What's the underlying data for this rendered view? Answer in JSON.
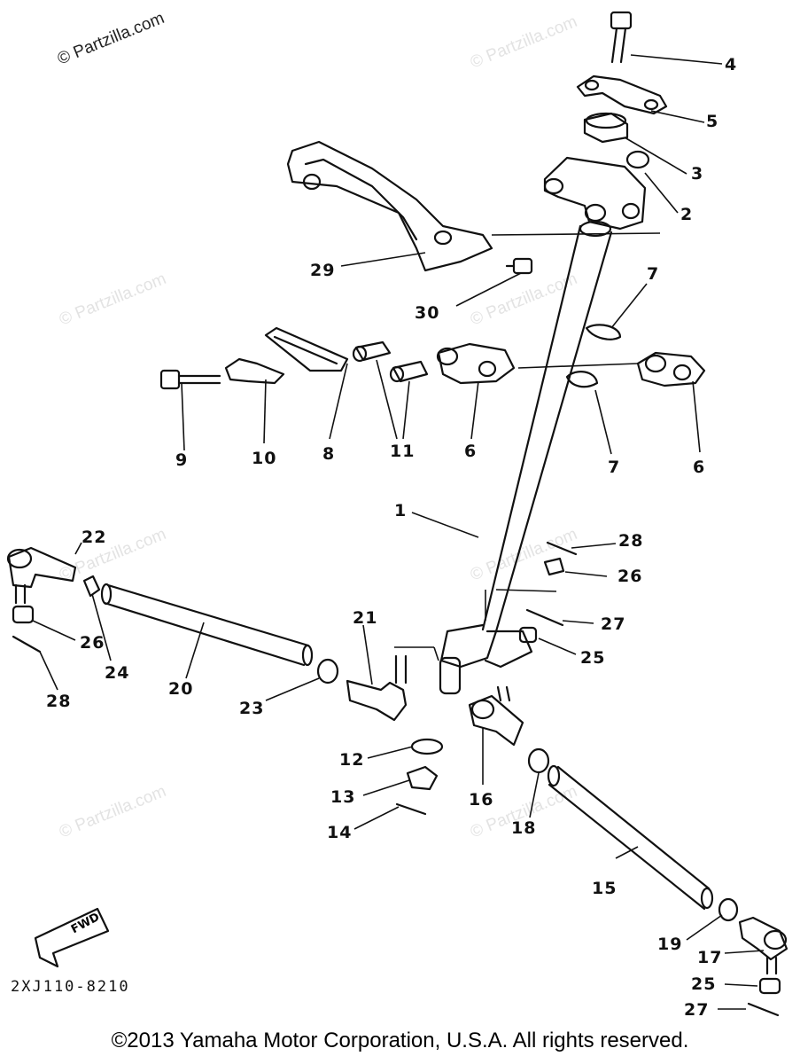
{
  "watermarks": [
    "© Partzilla.com",
    "© Partzilla.com",
    "© Partzilla.com",
    "© Partzilla.com",
    "© Partzilla.com",
    "© Partzilla.com",
    "© Partzilla.com",
    "© Partzilla.com"
  ],
  "part_labels": [
    "4",
    "5",
    "3",
    "2",
    "29",
    "30",
    "7",
    "9",
    "10",
    "8",
    "11",
    "6",
    "7",
    "6",
    "1",
    "22",
    "28",
    "26",
    "26",
    "24",
    "20",
    "21",
    "27",
    "25",
    "28",
    "23",
    "12",
    "13",
    "14",
    "16",
    "18",
    "15",
    "19",
    "17",
    "25",
    "27"
  ],
  "fwd_label": "FWD",
  "diagram_code": "2XJ110-8210",
  "copyright": "©2013 Yamaha Motor Corporation, U.S.A. All rights reserved."
}
